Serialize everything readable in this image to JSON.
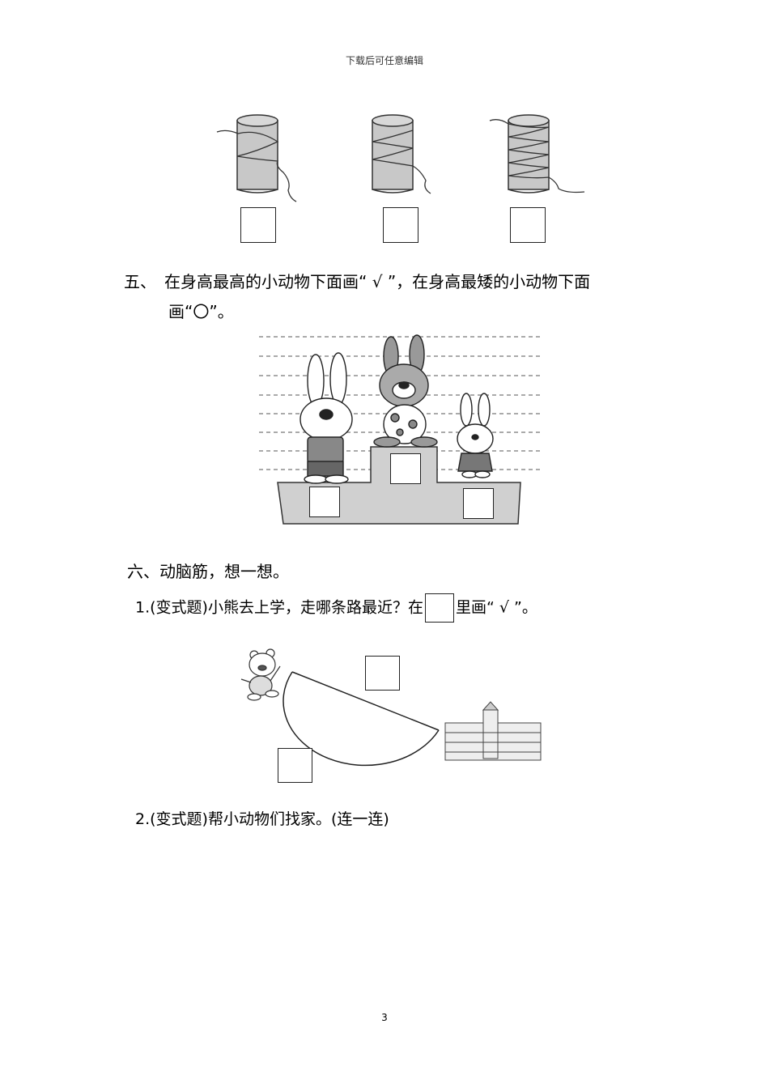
{
  "header": {
    "text": "下载后可任意编辑"
  },
  "q5": {
    "number": "五、",
    "line1": "在身高最高的小动物下面画“ √ ”，在身高最矮的小动物下面",
    "line2": "画“〇”。"
  },
  "q6": {
    "title": "六、动脑筋，想一想。",
    "sub1_before": "1.(变式题)小熊去上学，走哪条路最近？在",
    "sub1_after": "里画“ √ ”。",
    "sub2": "2.(变式题)帮小动物们找家。(连一连)"
  },
  "page_number": "3"
}
